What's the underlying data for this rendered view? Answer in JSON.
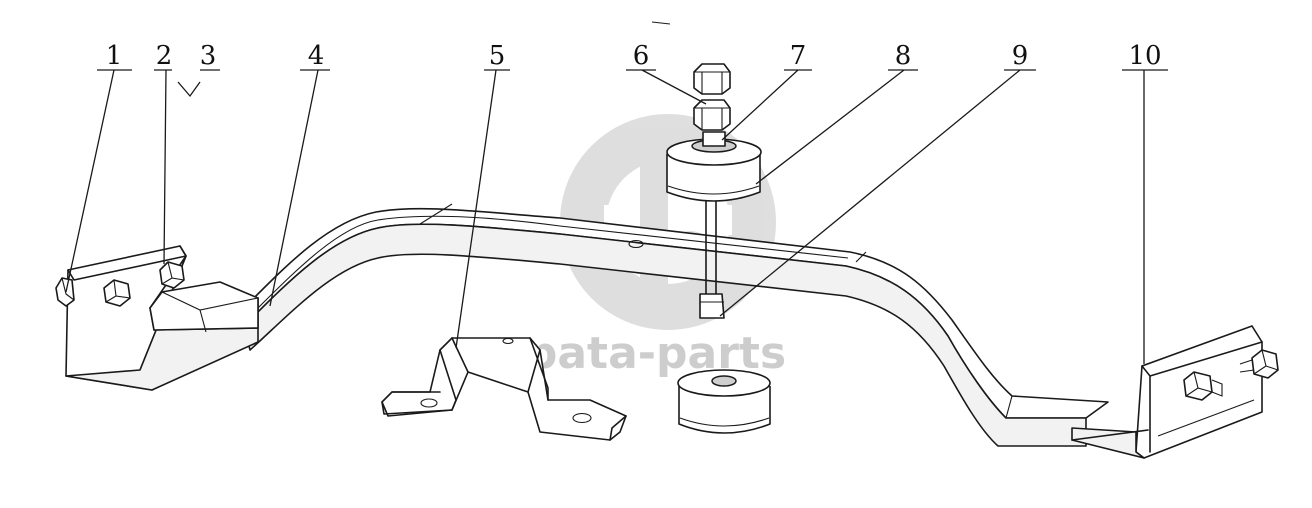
{
  "callouts": [
    {
      "id": "1",
      "label": "1"
    },
    {
      "id": "2",
      "label": "2"
    },
    {
      "id": "3",
      "label": "3"
    },
    {
      "id": "4",
      "label": "4"
    },
    {
      "id": "5",
      "label": "5"
    },
    {
      "id": "6",
      "label": "6"
    },
    {
      "id": "7",
      "label": "7"
    },
    {
      "id": "8",
      "label": "8"
    },
    {
      "id": "9",
      "label": "9"
    },
    {
      "id": "10",
      "label": "10"
    }
  ],
  "watermark": {
    "text": "pata-parts",
    "logo_icon": "pata-parts-logo-icon",
    "color": "#c4c4c4"
  },
  "colors": {
    "line": "#1a1a1a",
    "background": "#ffffff"
  }
}
